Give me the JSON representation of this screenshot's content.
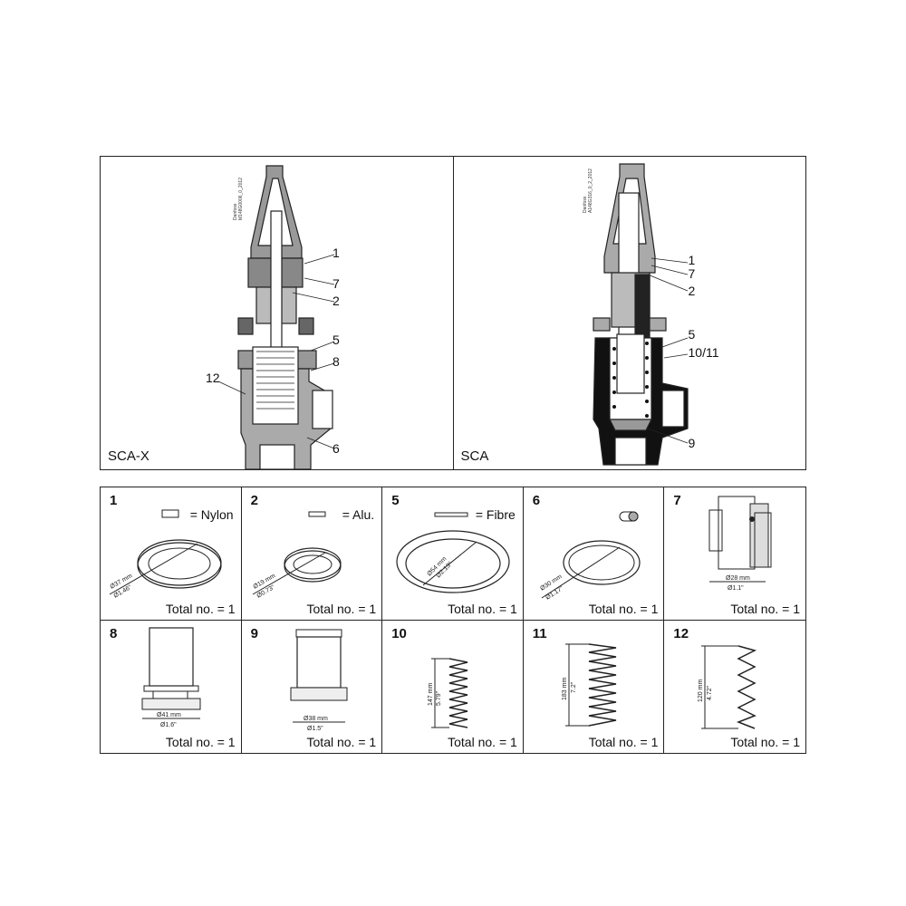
{
  "top_panels": [
    {
      "label": "SCA-X",
      "watermark": [
        "Danfoss",
        "M148G0006_0_2012"
      ],
      "callouts": [
        "1",
        "7",
        "2",
        "5",
        "8",
        "12",
        "6"
      ]
    },
    {
      "label": "SCA",
      "watermark": [
        "Danfoss",
        "A148G316_0_2_2012"
      ],
      "callouts": [
        "1",
        "7",
        "2",
        "5",
        "10/11",
        "9"
      ]
    }
  ],
  "parts": [
    {
      "number": "1",
      "material": "= Nylon",
      "dim_mm": "Ø37 mm",
      "dim_in": "Ø1.46\"",
      "total": "Total no. = 1"
    },
    {
      "number": "2",
      "material": "= Alu.",
      "dim_mm": "Ø19 mm",
      "dim_in": "Ø0.73\"",
      "total": "Total no. = 1"
    },
    {
      "number": "5",
      "material": "= Fibre",
      "dim_mm": "Ø54 mm",
      "dim_in": "Ø2.13\"",
      "total": "Total no. = 1"
    },
    {
      "number": "6",
      "dim_mm": "Ø30 mm",
      "dim_in": "Ø1.17\"",
      "total": "Total no. = 1"
    },
    {
      "number": "7",
      "dim_mm": "Ø28 mm",
      "dim_in": "Ø1.1\"",
      "total": "Total no. = 1"
    },
    {
      "number": "8",
      "dim_mm": "Ø41 mm",
      "dim_in": "Ø1.6\"",
      "total": "Total no. = 1"
    },
    {
      "number": "9",
      "dim_mm": "Ø38 mm",
      "dim_in": "Ø1.5\"",
      "total": "Total no. = 1"
    },
    {
      "number": "10",
      "dim_mm": "147 mm",
      "dim_in": "5.79\"",
      "total": "Total no. = 1"
    },
    {
      "number": "11",
      "dim_mm": "183 mm",
      "dim_in": "7.2\"",
      "total": "Total no. = 1"
    },
    {
      "number": "12",
      "dim_mm": "120 mm",
      "dim_in": "4.72\"",
      "total": "Total no. = 1"
    }
  ]
}
